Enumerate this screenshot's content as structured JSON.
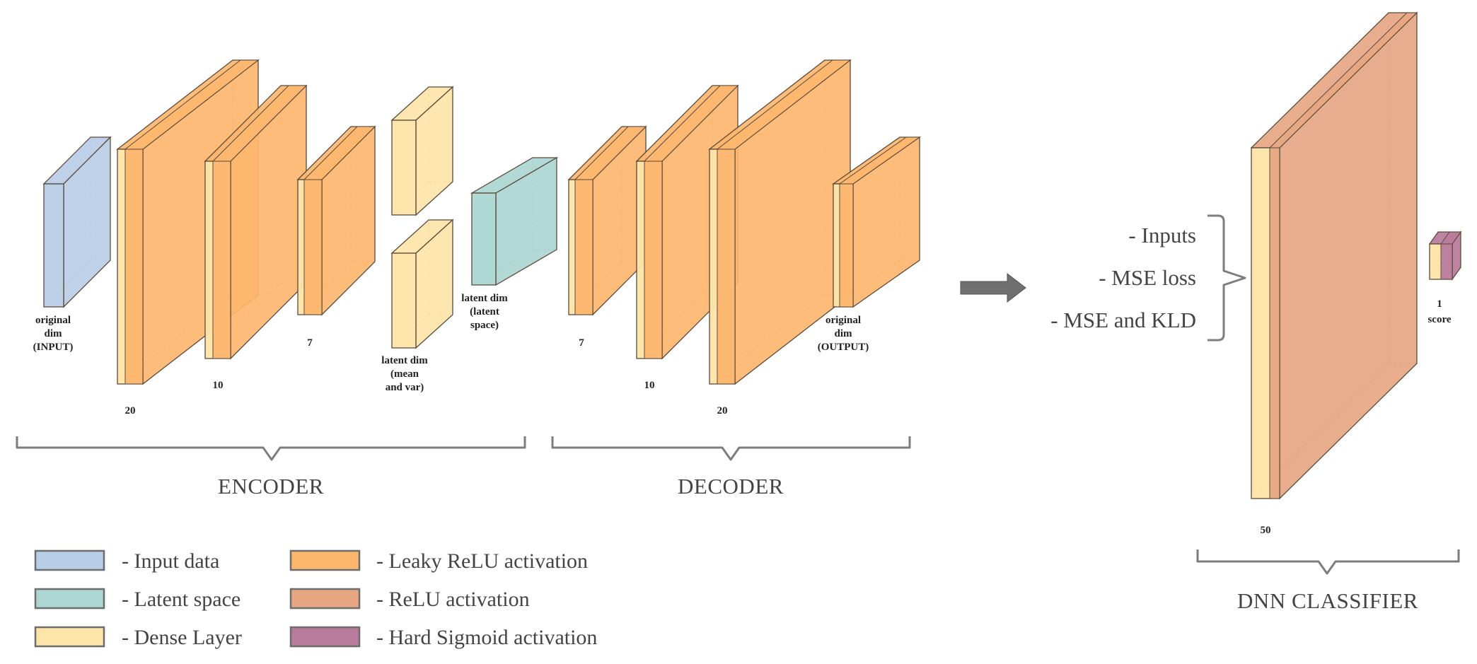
{
  "colors": {
    "input_data": "#b8cde6",
    "latent_space": "#acd6d2",
    "dense_layer": "#fde4a8",
    "leaky_relu": "#fdb66e",
    "relu": "#e6a682",
    "hard_sigmoid": "#b87b9b",
    "bracket": "#7d7d7d",
    "arrow": "#6f6f6f"
  },
  "encoder": {
    "title": "ENCODER",
    "labels": {
      "input": [
        "original",
        "dim",
        "(INPUT)"
      ],
      "dense20": "20",
      "dense10": "10",
      "dense7": "7",
      "latent_meanvar": [
        "latent dim",
        "(mean",
        "and var)"
      ],
      "latent_space": [
        "latent dim",
        "(latent",
        "space)"
      ]
    }
  },
  "decoder": {
    "title": "DECODER",
    "labels": {
      "dense7": "7",
      "dense10": "10",
      "dense20": "20",
      "output": [
        "original",
        "dim",
        "(OUTPUT)"
      ]
    }
  },
  "classifier": {
    "title": "DNN CLASSIFIER",
    "inputs": [
      "- Inputs",
      "- MSE loss",
      "- MSE and KLD"
    ],
    "labels": {
      "dense50": "50",
      "score": [
        "1",
        "score"
      ]
    }
  },
  "legend": [
    {
      "label": "-  Input data",
      "color_key": "input_data"
    },
    {
      "label": "-  Latent space",
      "color_key": "latent_space"
    },
    {
      "label": "-  Dense Layer",
      "color_key": "dense_layer"
    },
    {
      "label": "-  Leaky ReLU activation",
      "color_key": "leaky_relu"
    },
    {
      "label": "-  ReLU activation",
      "color_key": "relu"
    },
    {
      "label": "-  Hard Sigmoid activation",
      "color_key": "hard_sigmoid"
    }
  ]
}
